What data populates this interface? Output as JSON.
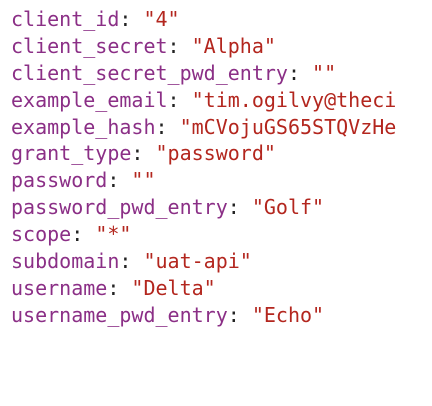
{
  "properties": [
    {
      "key": "client_id",
      "value": "\"4\""
    },
    {
      "key": "client_secret",
      "value": "\"Alpha\""
    },
    {
      "key": "client_secret_pwd_entry",
      "value": "\"\""
    },
    {
      "key": "example_email",
      "value": "\"tim.ogilvy@theci"
    },
    {
      "key": "example_hash",
      "value": "\"mCVojuGS65STQVzHe"
    },
    {
      "key": "grant_type",
      "value": "\"password\""
    },
    {
      "key": "password",
      "value": "\"\""
    },
    {
      "key": "password_pwd_entry",
      "value": "\"Golf\""
    },
    {
      "key": "scope",
      "value": "\"*\""
    },
    {
      "key": "subdomain",
      "value": "\"uat-api\""
    },
    {
      "key": "username",
      "value": "\"Delta\""
    },
    {
      "key": "username_pwd_entry",
      "value": "\"Echo\""
    }
  ],
  "separator": ": ",
  "colors": {
    "key": "#8b2f86",
    "value": "#b3261e",
    "punctuation": "#222222",
    "background": "#ffffff"
  }
}
